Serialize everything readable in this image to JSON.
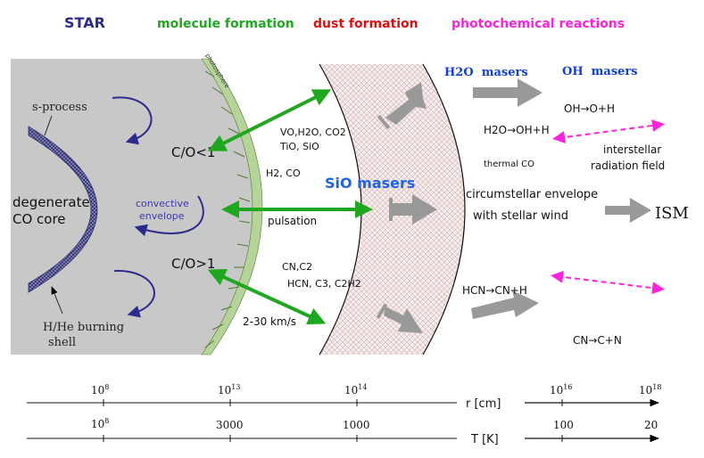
{
  "header": {
    "star": "STAR",
    "molecule_formation": "molecule formation",
    "dust_formation": "dust formation",
    "photochemical_reactions": "photochemical reactions"
  },
  "star": {
    "photosphere": "photosphere",
    "s_process": "s-process",
    "co_ratio_low": "C/O<1",
    "co_ratio_high": "C/O>1",
    "degenerate_core_line1": "degenerate",
    "degenerate_core_line2": "CO core",
    "convective_line1": "convective",
    "convective_line2": "envelope",
    "burning_shell_line1": "H/He burning",
    "burning_shell_line2": "shell"
  },
  "molecules": {
    "oxygen_rich_1": "VO,H2O, CO2",
    "oxygen_rich_2": "TiO, SiO",
    "h2_co": "H2, CO",
    "carbon_rich_1": "CN,C2",
    "carbon_rich_2": "HCN, C3, C2H2",
    "pulsation": "pulsation",
    "wind_speed": "2-30 km/s"
  },
  "masers": {
    "h2o": "H2O  masers",
    "oh": "OH  masers",
    "sio": "SiO masers"
  },
  "reactions": {
    "h2o": "H2O→OH+H",
    "oh": "OH→O+H",
    "thermal_co": "thermal CO",
    "hcn": "HCN→CN+H",
    "cn": "CN→C+N",
    "radiation_line1": "interstellar",
    "radiation_line2": "radiation field",
    "envelope_line1": "circumstellar envelope",
    "envelope_line2": "with stellar wind",
    "ism": "ISM"
  },
  "axes": {
    "r_label": "r [cm]",
    "t_label": "T [K]",
    "r_ticks": [
      "10^8",
      "10^13",
      "10^14",
      "10^16",
      "10^18"
    ],
    "t_ticks": [
      "10^8",
      "3000",
      "1000",
      "100",
      "20"
    ]
  },
  "colors": {
    "star_title": "#2b2b8c",
    "molecule": "#1fa81f",
    "dust": "#e01010",
    "photochemical": "#ff22dd",
    "maser_blue": "#1040d0",
    "star_gray": "#c8c8c8",
    "arrow_green": "#1fa81f",
    "arrow_gray": "#999999",
    "dashed_magenta": "#ff22dd"
  }
}
